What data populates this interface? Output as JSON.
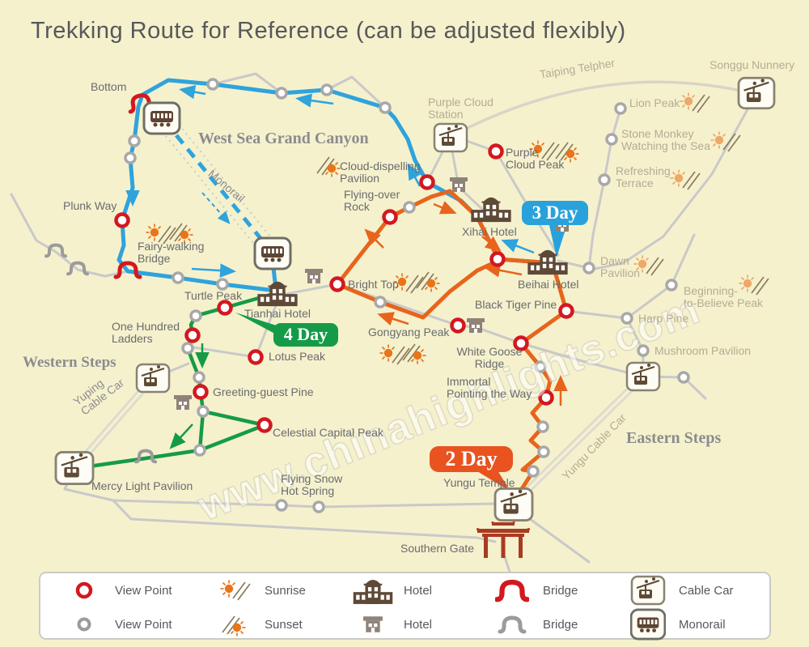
{
  "title": "Trekking Route for Reference (can be adjusted flexibly)",
  "regions": {
    "west_sea_grand_canyon": "West Sea Grand Canyon",
    "western_steps": "Western Steps",
    "eastern_steps": "Eastern Steps"
  },
  "badges": {
    "day2": "2 Day",
    "day3": "3 Day",
    "day4": "4 Day"
  },
  "places": {
    "bottom": "Bottom",
    "purple_cloud_station": "Purple Cloud\nStation",
    "purple_cloud_peak": "Purple\nCloud Peak",
    "cloud_dispelling_pavilion": "Cloud-dispelling\nPavilion",
    "flying_over_rock": "Flying-over\nRock",
    "xihai_hotel": "Xihai Hotel",
    "beihai_hotel": "Beihai Hotel",
    "black_tiger_pine": "Black Tiger Pine",
    "bright_top": "Bright Top",
    "gongyang_peak": "Gongyang Peak",
    "white_goose_ridge": "White Goose\nRidge",
    "immortal_pointing": "Immortal\nPointing the Way",
    "plunk_way": "Plunk Way",
    "fairy_walking_bridge": "Fairy-walking\nBridge",
    "turtle_peak": "Turtle Peak",
    "tianhai_hotel": "Tianhai Hotel",
    "one_hundred_ladders": "One Hundred\nLadders",
    "lotus_peak": "Lotus Peak",
    "greeting_guest_pine": "Greeting-guest Pine",
    "celestial_capital_peak": "Celestial Capital Peak",
    "mercy_light_pavilion": "Mercy Light Pavilion",
    "flying_snow_hot_spring": "Flying Snow\nHot Spring",
    "yungu_temple": "Yungu Temple",
    "southern_gate": "Southern Gate",
    "songgu_nunnery": "Songgu Nunnery",
    "lion_peak": "Lion Peak",
    "stone_monkey": "Stone Monkey\nWatching the Sea",
    "refreshing_terrace": "Refreshing\nTerrace",
    "dawn_pavilion": "Dawn\nPavilion",
    "beginning_to_believe": "Beginning-\nto-Believe Peak",
    "harp_pine": "Harp Pine",
    "mushroom_pavilion": "Mushroom Pavilion"
  },
  "transport": {
    "monorail": "Monorail",
    "taiping_telpher": "Taiping Telpher",
    "yuping_cable_car": "Yuping\nCable Car",
    "yungu_cable_car": "Yungu Cable Car"
  },
  "watermark": "www.chinahighlights.com",
  "legend": {
    "view_point_red": "View Point",
    "view_point_gray": "View Point",
    "sunrise": "Sunrise",
    "sunset": "Sunset",
    "hotel_big": "Hotel",
    "hotel_small": "Hotel",
    "bridge_red": "Bridge",
    "bridge_gray": "Bridge",
    "cable_car": "Cable Car",
    "monorail": "Monorail"
  },
  "colors": {
    "background": "#F5F1CD",
    "route_2day_orange": "#E8641C",
    "route_3day_blue": "#2FA3DC",
    "route_4day_green": "#159B48",
    "viewpoint_red": "#D31820",
    "path_gray": "#C9C9C9",
    "label_gray": "#6A6B6E",
    "label_tan": "#B5AC92",
    "gate_red": "#A93B22"
  }
}
